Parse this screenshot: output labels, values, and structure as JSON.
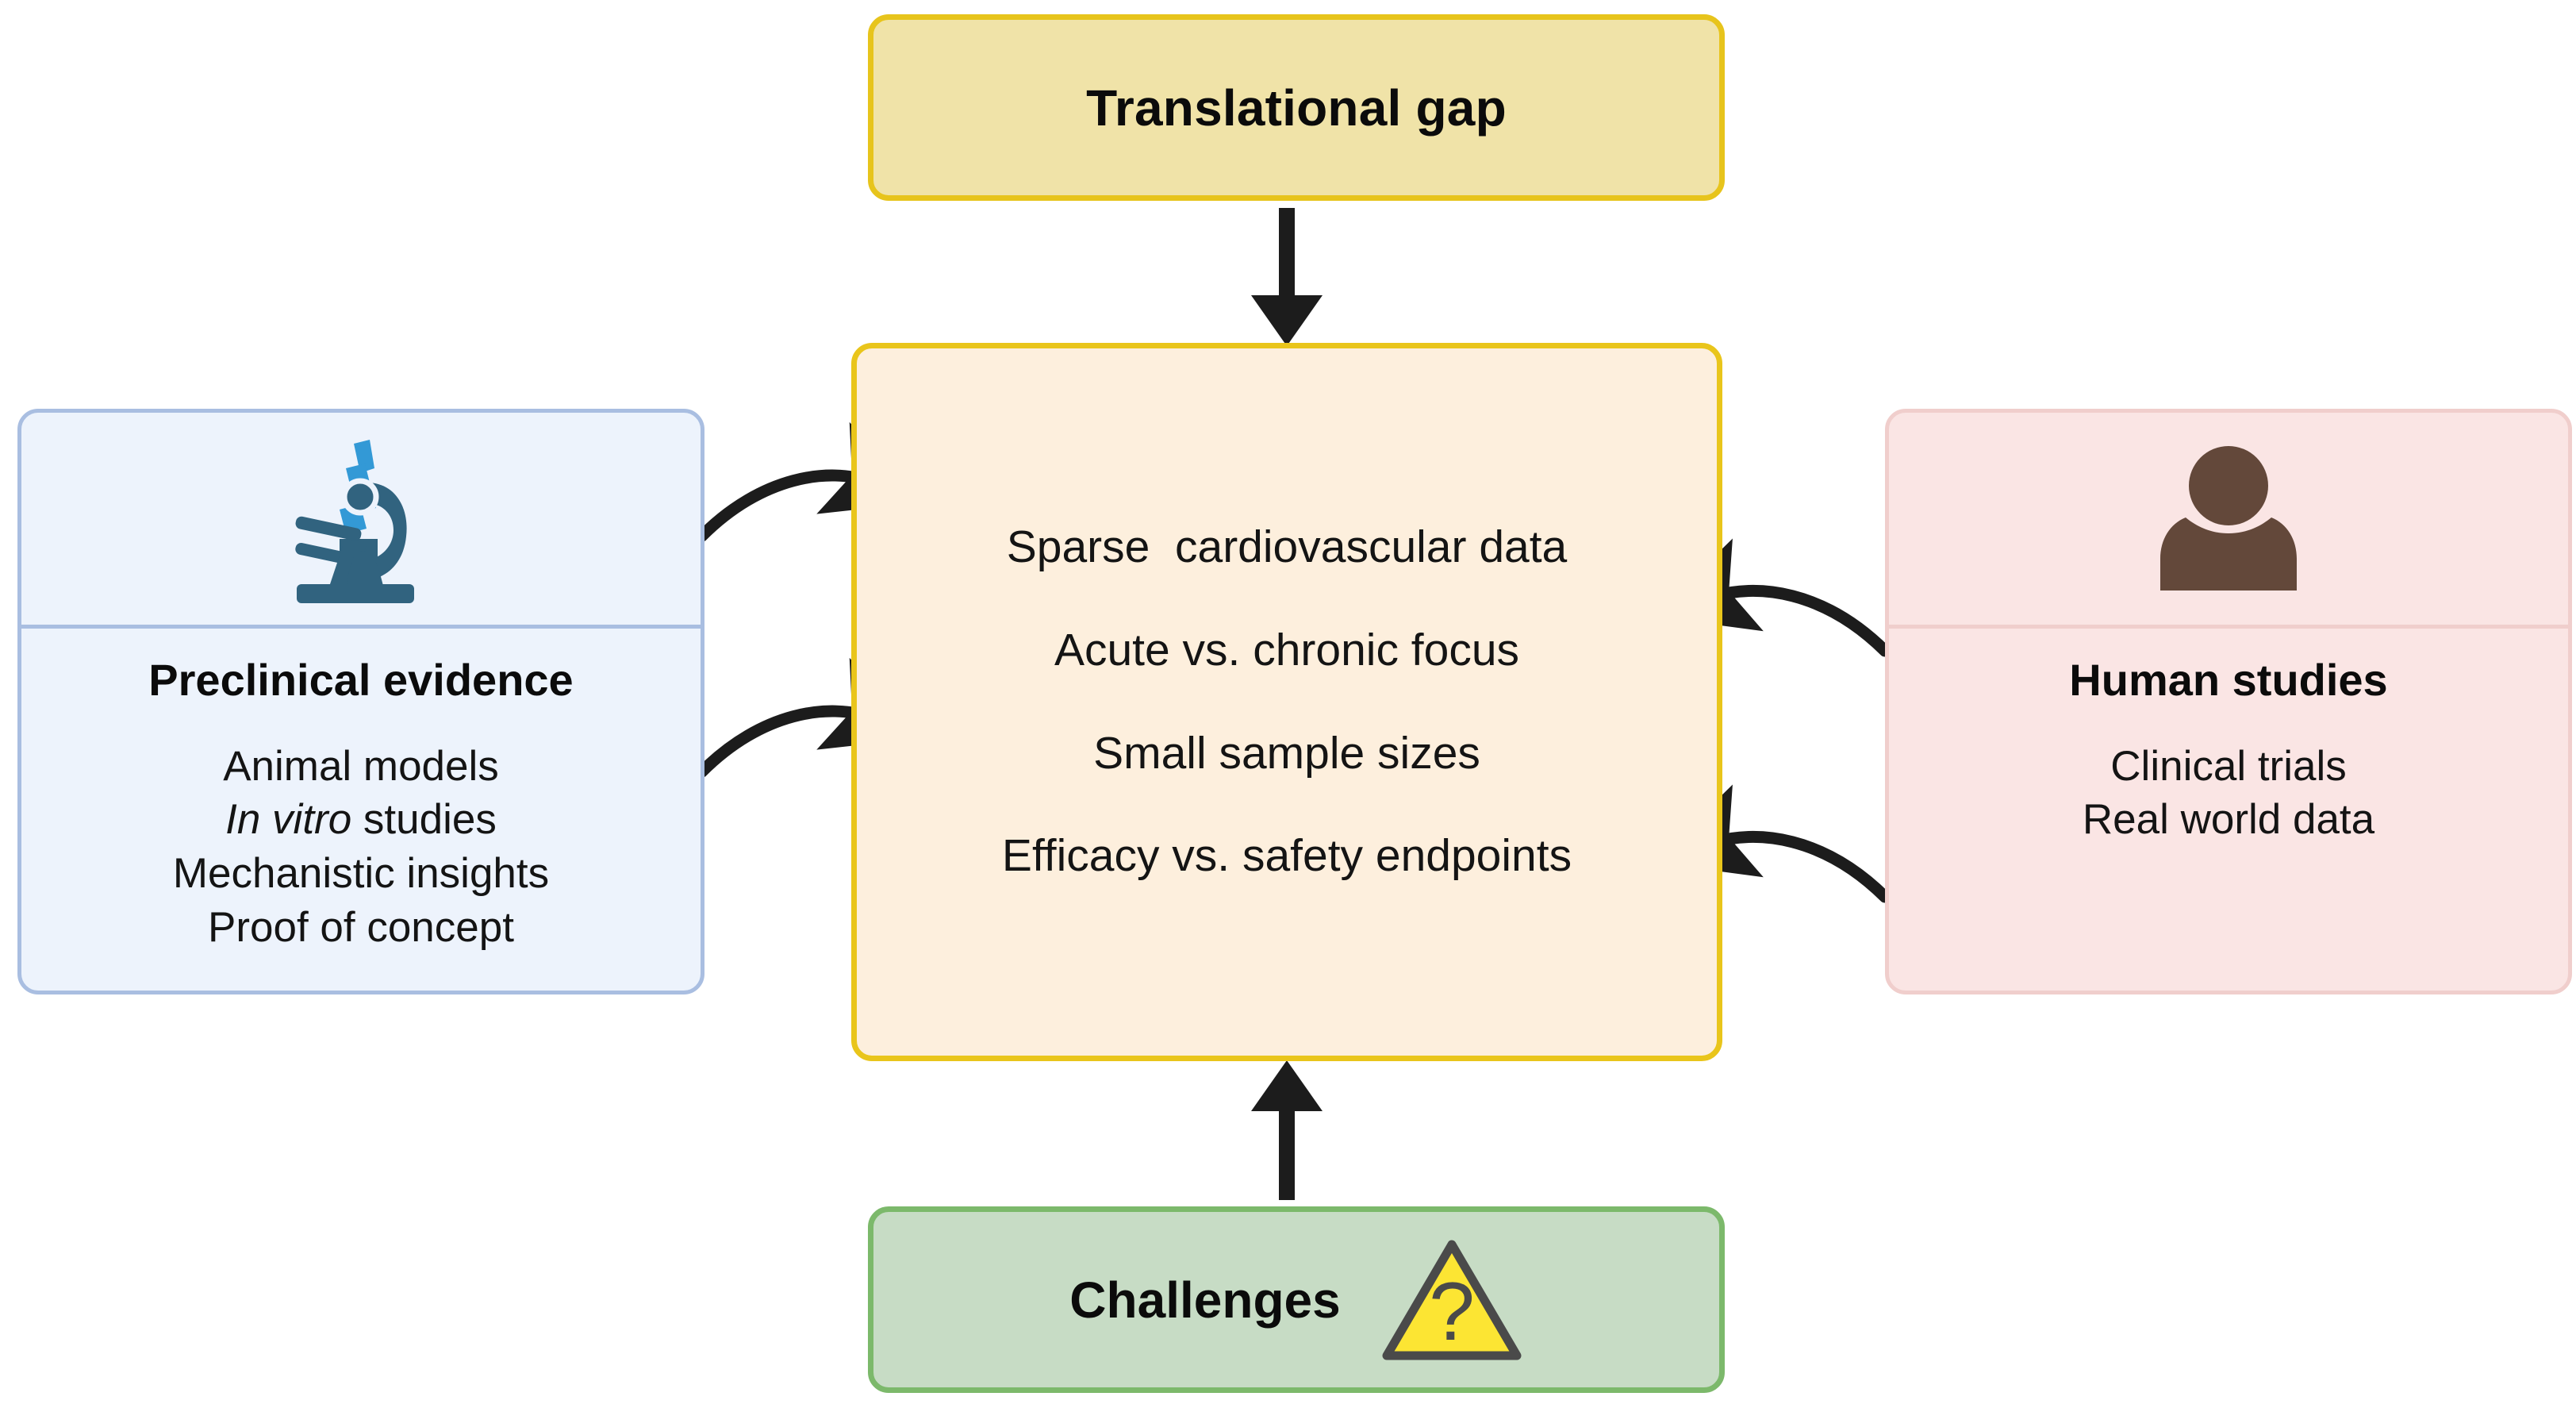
{
  "diagram": {
    "top": {
      "label": "Translational gap",
      "fill": "#F0E3A8",
      "border": "#E7C41C"
    },
    "center": {
      "fill": "#FDEFDD",
      "border": "#E9C51B",
      "lines": [
        "Sparse  cardiovascular data",
        "Acute vs. chronic focus",
        "Small sample sizes",
        "Efficacy vs. safety endpoints"
      ]
    },
    "left": {
      "title": "Preclinical evidence",
      "icon": "microscope-icon",
      "fill": "#EDF3FC",
      "border": "#A9BEE1",
      "icon_colors": {
        "tube": "#3399D6",
        "body": "#31637F"
      },
      "items": [
        {
          "text": "Animal models",
          "italic_prefix": ""
        },
        {
          "text": " studies",
          "italic_prefix": "In vitro"
        },
        {
          "text": "Mechanistic insights",
          "italic_prefix": ""
        },
        {
          "text": "Proof of concept",
          "italic_prefix": ""
        }
      ]
    },
    "right": {
      "title": "Human studies",
      "icon": "person-icon",
      "fill": "#FAE5E4",
      "border": "#F0CECC",
      "icon_colors": {
        "person": "#63483A"
      },
      "items": [
        {
          "text": "Clinical trials",
          "italic_prefix": ""
        },
        {
          "text": "Real world data",
          "italic_prefix": ""
        }
      ]
    },
    "bottom": {
      "label": "Challenges",
      "icon": "warning-question-icon",
      "fill": "#C7DCC5",
      "border": "#7CB96B",
      "icon_colors": {
        "triangle_fill": "#FCE533",
        "triangle_stroke": "#4A4A4A",
        "mark": "#4A4A4A"
      },
      "warning_mark": "?"
    },
    "connectors": {
      "color": "#1C1C1C",
      "arrows": [
        {
          "name": "translational-gap-to-center",
          "style": "straight",
          "direction": "down"
        },
        {
          "name": "preclinical-to-center-upper",
          "style": "curved",
          "direction": "right"
        },
        {
          "name": "preclinical-to-center-lower",
          "style": "curved",
          "direction": "right"
        },
        {
          "name": "human-studies-to-center-upper",
          "style": "curved",
          "direction": "left"
        },
        {
          "name": "human-studies-to-center-lower",
          "style": "curved",
          "direction": "left"
        },
        {
          "name": "challenges-to-center",
          "style": "straight",
          "direction": "up"
        }
      ]
    }
  }
}
